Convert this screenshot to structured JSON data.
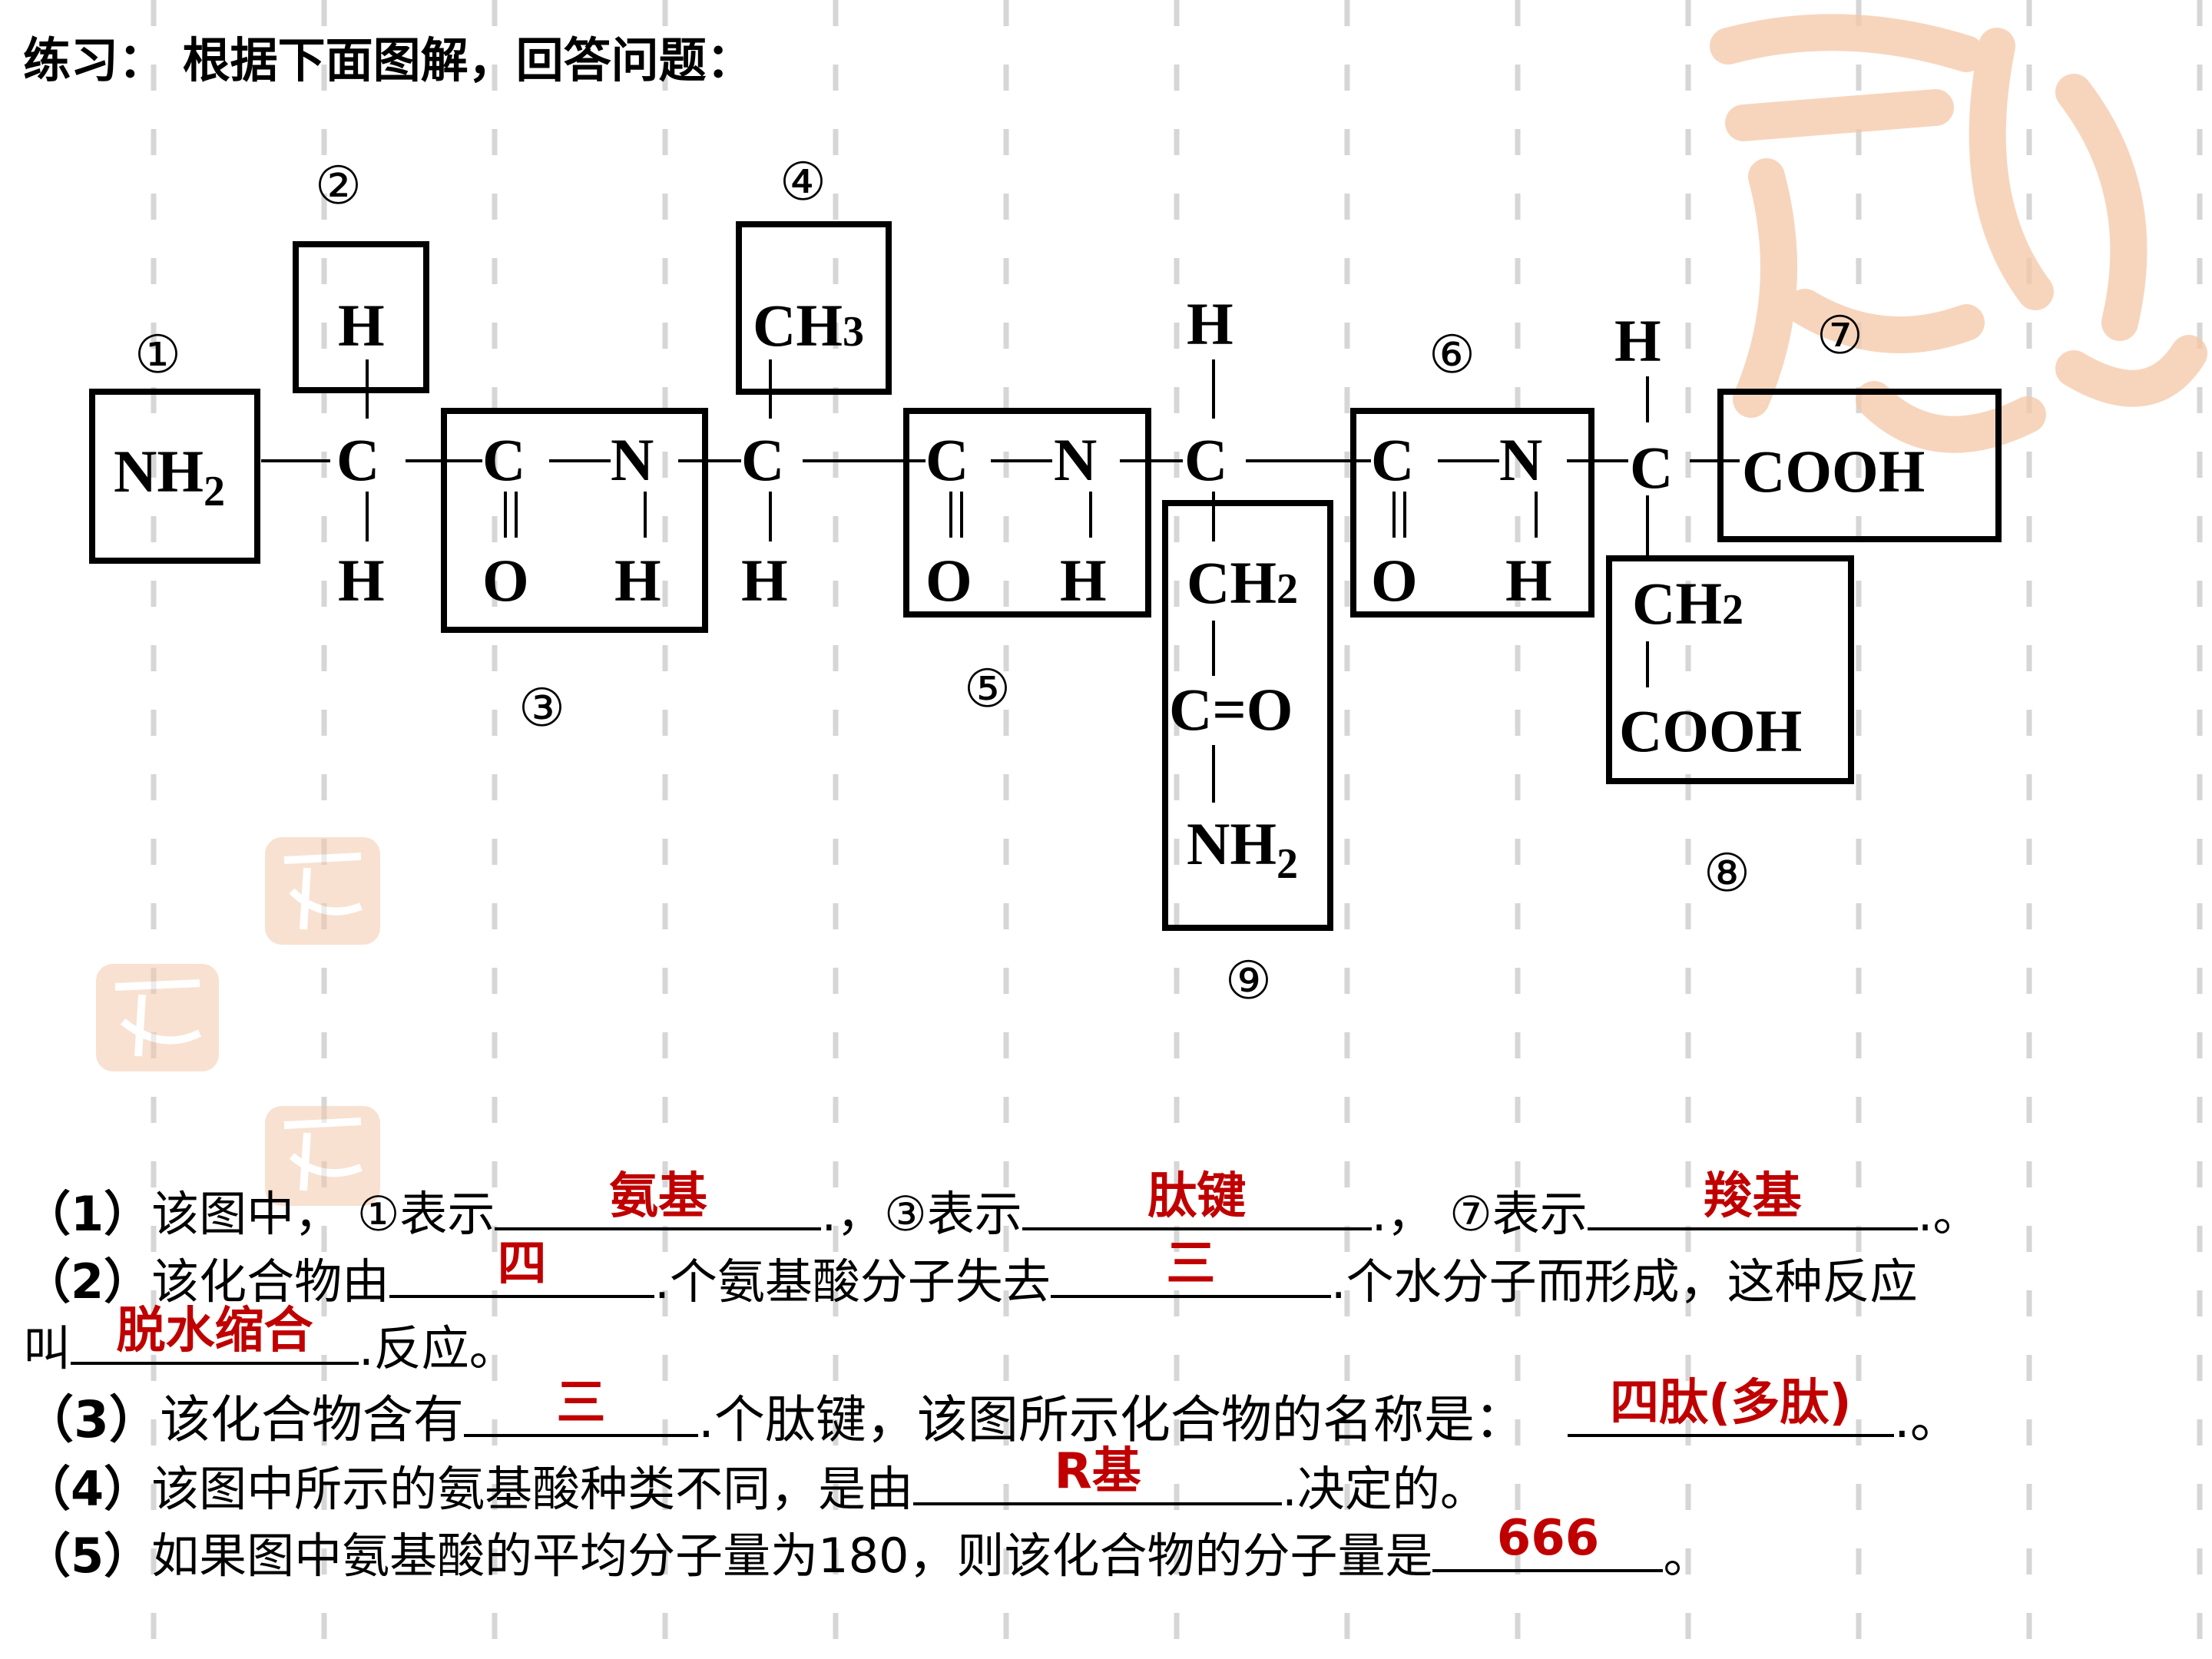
{
  "title": "练习： 根据下面图解，回答问题：",
  "diagram": {
    "labels": [
      "①",
      "②",
      "③",
      "④",
      "⑤",
      "⑥",
      "⑦",
      "⑧",
      "⑨"
    ],
    "nh2_n": "NH",
    "nh2_sub": "2",
    "h": "H",
    "c": "C",
    "n": "N",
    "o": "O",
    "ch3_ch": "CH",
    "ch3_sub": "3",
    "ch2_ch": "CH",
    "ch2_sub": "2",
    "c_eq_o": "C=O",
    "cooh": "COOH"
  },
  "questions": {
    "q1": {
      "num": "（1）",
      "a": "该图中， ①表示",
      "b": ".，③表示",
      "c": ".， ⑦表示",
      "d": ".。",
      "answers": [
        "氨基",
        "肽键",
        "羧基"
      ]
    },
    "q2": {
      "num": "（2）",
      "a": "该化合物由",
      "b": ".个氨基酸分子失去",
      "c": ".个水分子而形成，这种反应",
      "answers": [
        "四",
        "三"
      ]
    },
    "q2b": {
      "a": "叫",
      "b": ".反应。",
      "answers": [
        "脱水缩合"
      ]
    },
    "q3": {
      "num": "（3）",
      "a": "该化合物含有",
      "b": ".个肽键，该图所示化合物的名称是：",
      "c": ".。",
      "answers": [
        "三",
        "四肽(多肽)"
      ]
    },
    "q4": {
      "num": "（4）",
      "a": "该图中所示的氨基酸种类不同，是由",
      "b": ".决定的。",
      "answers": [
        "R基"
      ]
    },
    "q5": {
      "num": "（5）",
      "a": "如果图中氨基酸的平均分子量为180，则该化合物的分子量是",
      "b": "。",
      "answers": [
        "666"
      ]
    }
  },
  "colors": {
    "answer": "#c00000",
    "grid": "#d6d6d6",
    "watermark": "#f5c8a8"
  }
}
